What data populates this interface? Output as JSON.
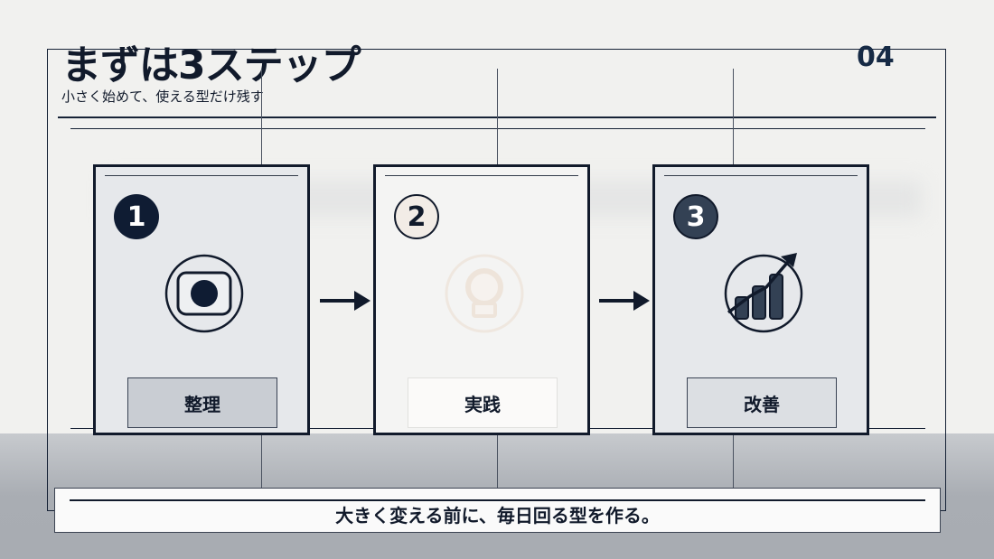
{
  "header": {
    "title": "まずは3ステップ",
    "subtitle": "小さく始めて、使える型だけ残す",
    "page_number": "04"
  },
  "steps": [
    {
      "number": "1",
      "label": "整理",
      "icon": "image-frame-icon"
    },
    {
      "number": "2",
      "label": "実践",
      "icon": "lightbulb-icon"
    },
    {
      "number": "3",
      "label": "改善",
      "icon": "growth-chart-icon"
    }
  ],
  "footer": {
    "text": "大きく変える前に、毎日回る型を作る。"
  },
  "colors": {
    "navy": "#111a2b",
    "slate": "#334154",
    "card_bg": "#e6e8eb",
    "cream": "#f2ece6"
  }
}
